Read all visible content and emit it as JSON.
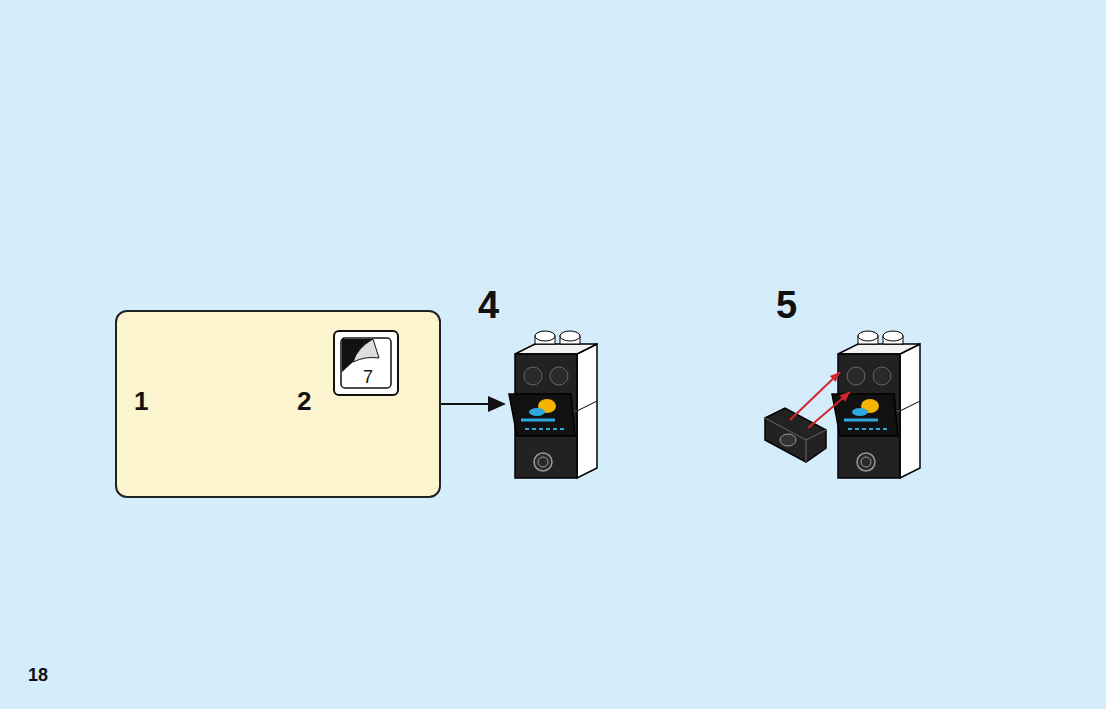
{
  "diagram": {
    "nodes": [
      {
        "text": [
          "1",
          "2"
        ]
      },
      {
        "text": [
          "7"
        ],
        "in": 0
      }
    ],
    "labels": [
      "4",
      "5",
      "18"
    ]
  }
}
